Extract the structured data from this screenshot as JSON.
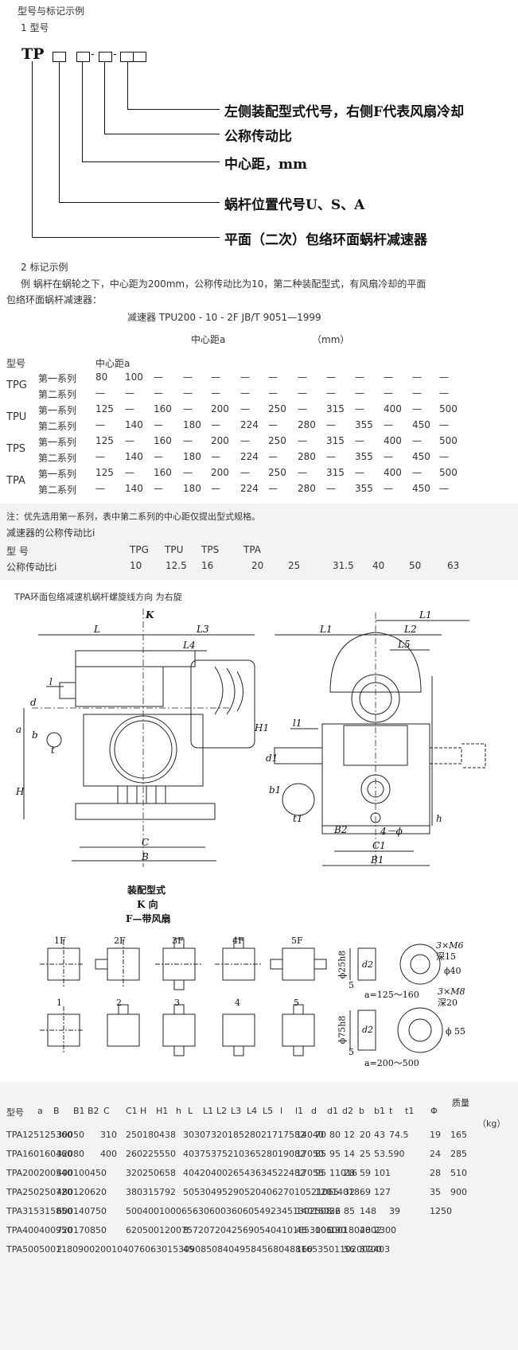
{
  "section_title": "型号与标记示例",
  "model": {
    "heading": "1  型号",
    "prefix": "TP",
    "dash": "-",
    "callouts": [
      "左侧装配型式代号，右侧F代表风扇冷却",
      "公称传动比",
      "中心距，mm",
      "蜗杆位置代号U、S、A",
      "平面（二次）包络环面蜗杆减速器"
    ]
  },
  "marking": {
    "heading": "2  标记示例",
    "text_line1": "例 蜗杆在蜗轮之下，中心距为200mm，公称传动比为10，第二种装配型式，有风扇冷却的平面",
    "text_line2": "包络环面蜗杆减速器：",
    "example": "减速器 TPU200 - 10 - 2F JB/T 9051—1999"
  },
  "center_distance": {
    "caption": "中心距a",
    "unit": "（mm）",
    "header_model": "型号",
    "header_a": "中心距a",
    "groups": [
      {
        "model": "TPG",
        "rows": [
          {
            "series": "第一系列",
            "values": [
              "80",
              "100",
              "—",
              "—",
              "—",
              "—",
              "—",
              "—",
              "—",
              "—",
              "—",
              "—",
              "—"
            ]
          },
          {
            "series": "第二系列",
            "values": [
              "—",
              "—",
              "—",
              "—",
              "—",
              "—",
              "—",
              "—",
              "—",
              "—",
              "—",
              "—",
              "—"
            ]
          }
        ]
      },
      {
        "model": "TPU",
        "rows": [
          {
            "series": "第一系列",
            "values": [
              "125",
              "—",
              "160",
              "—",
              "200",
              "—",
              "250",
              "—",
              "315",
              "—",
              "400",
              "—",
              "500"
            ]
          },
          {
            "series": "第二系列",
            "values": [
              "—",
              "140",
              "—",
              "180",
              "—",
              "224",
              "—",
              "280",
              "—",
              "355",
              "—",
              "450",
              "—"
            ]
          }
        ]
      },
      {
        "model": "TPS",
        "rows": [
          {
            "series": "第一系列",
            "values": [
              "125",
              "—",
              "160",
              "—",
              "200",
              "—",
              "250",
              "—",
              "315",
              "—",
              "400",
              "—",
              "500"
            ]
          },
          {
            "series": "第二系列",
            "values": [
              "—",
              "140",
              "—",
              "180",
              "—",
              "224",
              "—",
              "280",
              "—",
              "355",
              "—",
              "450",
              "—"
            ]
          }
        ]
      },
      {
        "model": "TPA",
        "rows": [
          {
            "series": "第一系列",
            "values": [
              "125",
              "—",
              "160",
              "—",
              "200",
              "—",
              "250",
              "—",
              "315",
              "—",
              "400",
              "—",
              "500"
            ]
          },
          {
            "series": "第二系列",
            "values": [
              "—",
              "140",
              "—",
              "180",
              "—",
              "224",
              "—",
              "280",
              "—",
              "355",
              "—",
              "450",
              "—"
            ]
          }
        ]
      }
    ]
  },
  "ratio": {
    "note": "注：优先选用第一系列，表中第二系列的中心距仅提出型式规格。",
    "title": "减速器的公称传动比i",
    "header_label": "型      号",
    "header_models": [
      "TPG",
      "TPU",
      "TPS",
      "TPA"
    ],
    "value_label": "公称传动比i",
    "values": [
      "10",
      "12.5",
      "16",
      "20",
      "25",
      "31.5",
      "40",
      "50",
      "63"
    ]
  },
  "direction_caption": "TPA环面包络减速机蜗杆螺旋线方向   为右旋",
  "drawing": {
    "k": "K",
    "L": "L",
    "L1": "L1",
    "L2": "L2",
    "L3": "L3",
    "L4": "L4",
    "L5": "L5",
    "H": "H",
    "H1": "H1",
    "a": "a",
    "b": "b",
    "t": "t",
    "d": "d",
    "l": "l",
    "l1": "l1",
    "d1": "d1",
    "b1": "b1",
    "t1": "t1",
    "h": "h",
    "B": "B",
    "B1": "B1",
    "B2": "B2",
    "C": "C",
    "C1": "C1",
    "holes": "4－ϕ"
  },
  "assembly": {
    "title1": "装配型式",
    "title2": "K 向",
    "title3": "F—带风扇",
    "fan_types": [
      "1F",
      "2F",
      "3F",
      "4F",
      "5F"
    ],
    "types": [
      "1",
      "2",
      "3",
      "4",
      "5"
    ],
    "spigot1": {
      "dia": "ϕ25h8",
      "d2": "d2",
      "five": "5",
      "range": "a=125～160",
      "thread": "3×M6",
      "depth": "深15",
      "phi": "ϕ40"
    },
    "spigot2": {
      "dia": "ϕ75h8",
      "d2": "d2",
      "five": "5",
      "range": "a=200～500",
      "thread": "3×M8",
      "depth": "深20",
      "phi": "ϕ 55"
    }
  },
  "spec": {
    "headers": [
      "型号",
      "a",
      "B",
      "B1",
      "B2",
      "C",
      "C1",
      "H",
      "H1",
      "h",
      "L",
      "L1",
      "L2",
      "L3",
      "L4",
      "L5",
      "l",
      "l1",
      "d",
      "d1",
      "d2",
      "b",
      "b1",
      "t",
      "t1",
      "Φ",
      "质量"
    ],
    "mass_unit": "（kg）",
    "rows": [
      [
        "TPA125125360",
        "30050",
        "310",
        "250180438",
        "3030732018528021717582",
        "14040",
        "70",
        "80",
        "12",
        "20",
        "43",
        "74.5",
        "19",
        "165"
      ],
      [
        "TPA160160460",
        "32080",
        "400",
        "260225550",
        "4037537521036528019082",
        "17050",
        "85",
        "95",
        "14",
        "25",
        "53.590",
        "",
        "24",
        "285"
      ],
      [
        "TPA200200540",
        "400100450",
        "",
        "320250658",
        "4042040026543634522482",
        "17055",
        "95",
        "11016",
        "28",
        "59",
        "101",
        "",
        "28",
        "510"
      ],
      [
        "TPA250250720",
        "480120620",
        "",
        "380315792",
        "5053049529052040627010521065",
        "",
        "12014018",
        "",
        "32",
        "69",
        "127",
        "",
        "35",
        "900"
      ],
      [
        "TPA315315850",
        "600140750",
        "",
        "5004001000656306003606054923451302508",
        "",
        "14016022",
        "",
        "36",
        "85",
        "148",
        "",
        "39",
        "1250"
      ],
      [
        "TPA400400950",
        "720170850",
        "",
        "6205001200757207204256905404101653001001802002",
        "8",
        "45",
        "106",
        "190",
        "",
        "48",
        "2300"
      ],
      [
        "TPA500500118090020010407606301530908508404958456804881653501102002403",
        "2",
        "",
        "",
        "45",
        "160",
        "",
        "",
        "56",
        "3700"
      ]
    ]
  }
}
